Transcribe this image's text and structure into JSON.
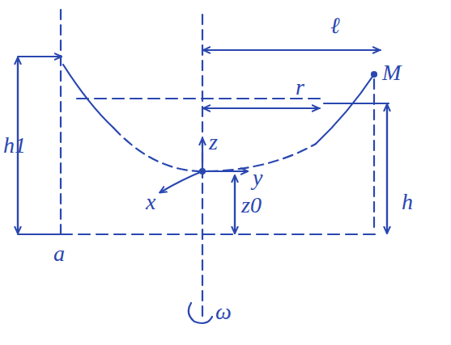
{
  "diagram": {
    "labels": [
      "ℓ",
      "r",
      "M",
      "z",
      "y",
      "x",
      "z0",
      "h",
      "h1",
      "a",
      "ω"
    ]
  }
}
